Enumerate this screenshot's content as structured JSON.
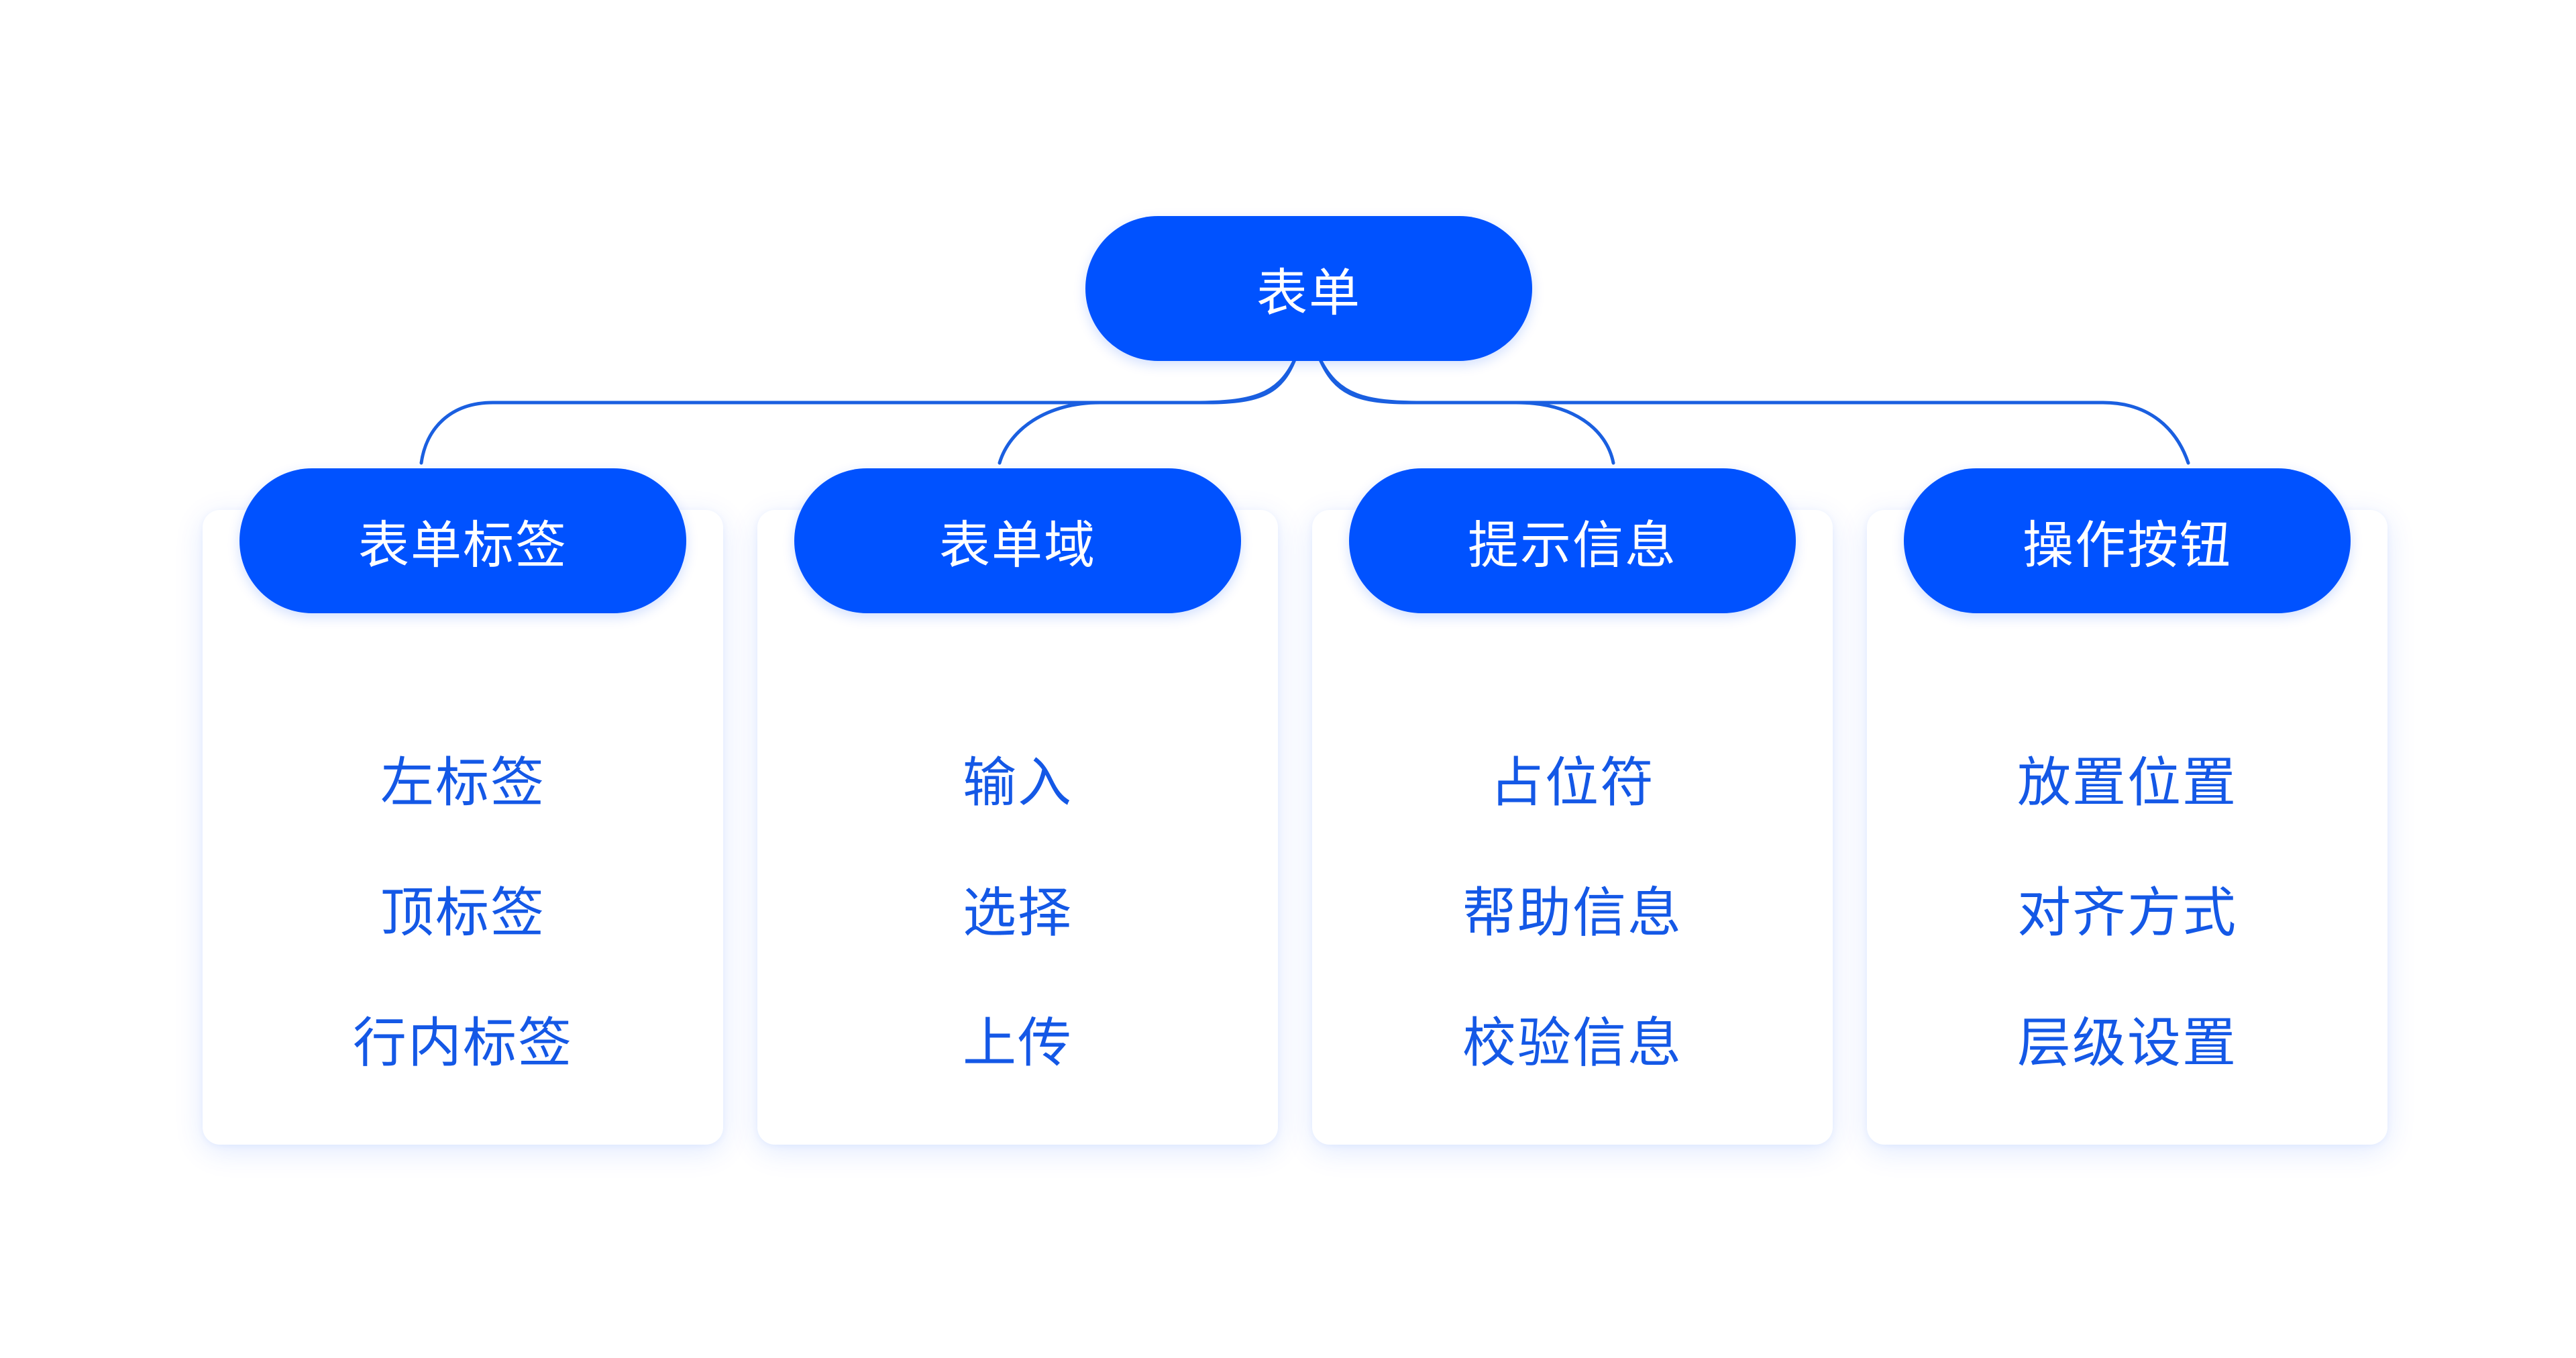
{
  "root": {
    "label": "表单"
  },
  "colors": {
    "accent": "#0052ff",
    "item_text": "#1458e6",
    "connector": "#1a5fe0",
    "card_background": "#ffffff",
    "page_background": "#ffffff"
  },
  "categories": [
    {
      "label": "表单标签",
      "items": [
        "左标签",
        "顶标签",
        "行内标签"
      ]
    },
    {
      "label": "表单域",
      "items": [
        "输入",
        "选择",
        "上传"
      ]
    },
    {
      "label": "提示信息",
      "items": [
        "占位符",
        "帮助信息",
        "校验信息"
      ]
    },
    {
      "label": "操作按钮",
      "items": [
        "放置位置",
        "对齐方式",
        "层级设置"
      ]
    }
  ]
}
